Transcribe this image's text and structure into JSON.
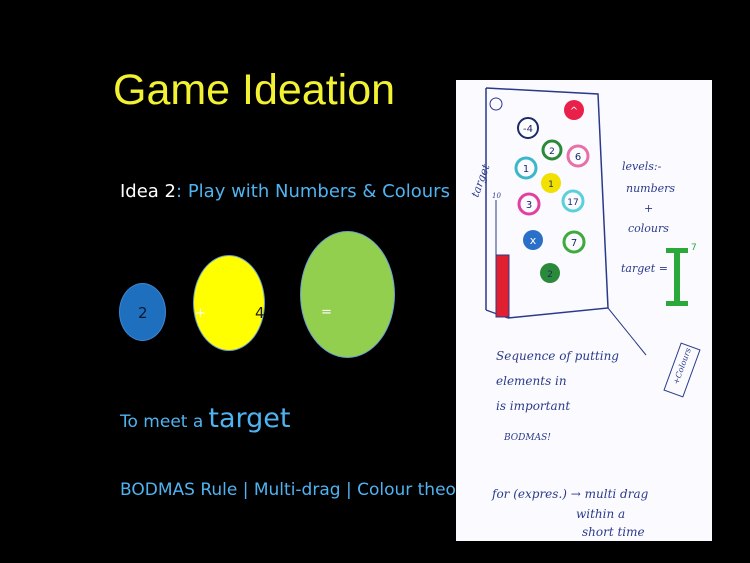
{
  "slide": {
    "title": "Game Ideation",
    "idea_label": "Idea 2",
    "idea_sep": ":",
    "idea_desc": "Play with Numbers & Colours",
    "equation": {
      "first_number": "2",
      "operator_plus": "+",
      "second_number": "4",
      "operator_equals": "="
    },
    "target_prefix": "To meet a",
    "target_word": "target",
    "features": "BODMAS Rule | Multi-drag | Colour theory"
  },
  "sketch": {
    "circles": [
      {
        "text": "-4",
        "color": "#ffffff"
      },
      {
        "text": "^",
        "color": "#e8204a"
      },
      {
        "text": "1",
        "color": "#3cb7c8"
      },
      {
        "text": "2",
        "color": "#2a8a3a"
      },
      {
        "text": "6",
        "color": "#e870a8"
      },
      {
        "text": "1",
        "color": "#f2e000"
      },
      {
        "text": "3",
        "color": "#e040a0"
      },
      {
        "text": "17",
        "color": "#5ad0d8"
      },
      {
        "text": "x",
        "color": "#2a70c8"
      },
      {
        "text": "7",
        "color": "#3caa3c"
      },
      {
        "text": "2",
        "color": "#2a8a3a"
      }
    ],
    "target_label": "target",
    "target_value": "10",
    "levels_lines": [
      "levels:-",
      "numbers",
      "+",
      "colours"
    ],
    "target_eq": "target =",
    "sequence_lines": [
      "Sequence of putting",
      "elements in",
      "is important",
      "BODMAS!"
    ],
    "side_note": "+Colours",
    "bottom_note_lines": [
      "for (expres.) → multi drag",
      "within a",
      "short time"
    ]
  },
  "colors": {
    "title": "#f2f232",
    "accent_blue": "#4fb3f0",
    "circle_blue": "#1f6fbf",
    "circle_yellow": "#ffff00",
    "circle_green": "#92cf4f",
    "sketch_red_bar": "#e02030",
    "sketch_green_I": "#2aa83a"
  }
}
